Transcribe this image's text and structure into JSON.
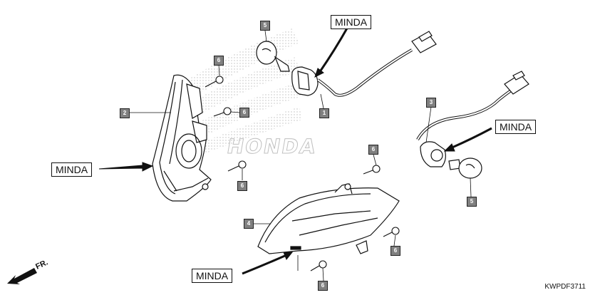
{
  "brand_labels": [
    "MINDA",
    "MINDA",
    "MINDA",
    "MINDA"
  ],
  "callouts": [
    "1",
    "2",
    "3",
    "4",
    "5",
    "5",
    "6",
    "6",
    "6",
    "6",
    "6",
    "6"
  ],
  "watermark": "HONDA",
  "diagram_code": "KWPDF3711",
  "direction_label": "FR.",
  "colors": {
    "line": "#111111",
    "callout_fill": "#808080",
    "watermark": "#bfbfbf"
  }
}
